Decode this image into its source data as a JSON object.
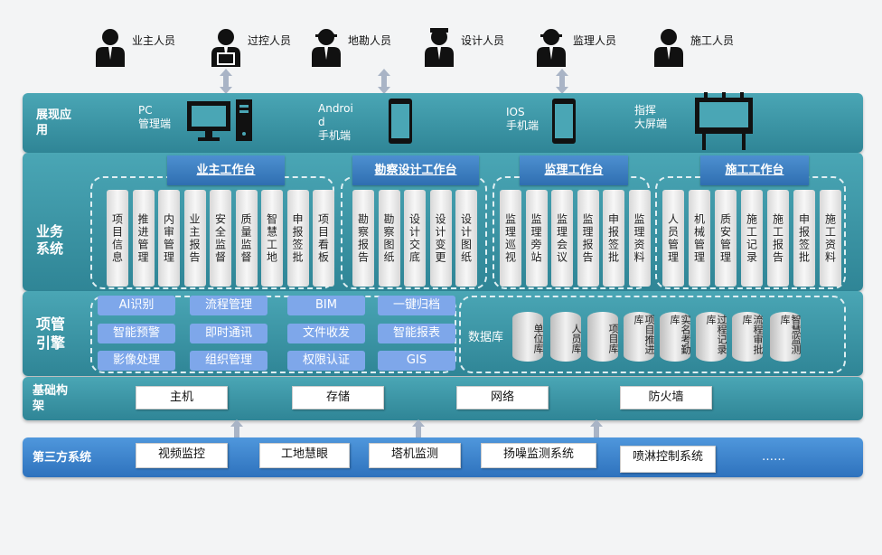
{
  "people": [
    {
      "label": "业主人员",
      "icon": "business-person-icon"
    },
    {
      "label": "过控人员",
      "icon": "developer-person-icon"
    },
    {
      "label": "地勘人员",
      "icon": "hardhat-worker-icon"
    },
    {
      "label": "设计人员",
      "icon": "officer-person-icon"
    },
    {
      "label": "监理人员",
      "icon": "hardhat-supervisor-icon"
    },
    {
      "label": "施工人员",
      "icon": "scientist-person-icon"
    }
  ],
  "layers": {
    "presentation": "展现应用",
    "business": "业务系统",
    "engine": "项管引擎",
    "infrastructure": "基础构架",
    "third_party": "第三方系统"
  },
  "clients": [
    {
      "line1": "PC",
      "line2": "管理端",
      "icon": "desktop-computer-icon"
    },
    {
      "line1": "Androi",
      "line2": "d",
      "line3": "手机端",
      "icon": "mobile-phone-icon"
    },
    {
      "line1": "IOS",
      "line2": "手机端",
      "icon": "mobile-phone-icon"
    },
    {
      "line1": "指挥",
      "line2": "大屏端",
      "icon": "billboard-screen-icon"
    }
  ],
  "workbenches": [
    {
      "title": "业主工作台",
      "items": [
        "项目信息",
        "推进管理",
        "内审管理",
        "业主报告",
        "安全监督",
        "质量监督",
        "智慧工地",
        "申报签批",
        "项目看板"
      ]
    },
    {
      "title": "勘察设计工作台",
      "items": [
        "勘察报告",
        "勘察图纸",
        "设计交底",
        "设计变更",
        "设计图纸"
      ]
    },
    {
      "title": "监理工作台",
      "items": [
        "监理巡视",
        "监理旁站",
        "监理会议",
        "监理报告",
        "申报签批",
        "监理资料"
      ]
    },
    {
      "title": "施工工作台",
      "items": [
        "人员管理",
        "机械管理",
        "质安管理",
        "施工记录",
        "施工报告",
        "申报签批",
        "施工资料"
      ]
    }
  ],
  "engine": {
    "features": [
      "AI识别",
      "流程管理",
      "BIM",
      "一键归档",
      "智能预警",
      "即时通讯",
      "文件收发",
      "智能报表",
      "影像处理",
      "组织管理",
      "权限认证",
      "GIS"
    ],
    "database_label": "数据库",
    "databases": [
      "单位库",
      "人员库",
      "项目库",
      "项目推进库",
      "实名考勤库",
      "过程记录库",
      "流程审批库",
      "智慧监测库"
    ]
  },
  "infrastructure": [
    "主机",
    "存储",
    "网络",
    "防火墙"
  ],
  "third_party": [
    "视频监控",
    "工地慧眼",
    "塔机监测",
    "扬噪监测系统",
    "喷淋控制系统",
    "……"
  ]
}
